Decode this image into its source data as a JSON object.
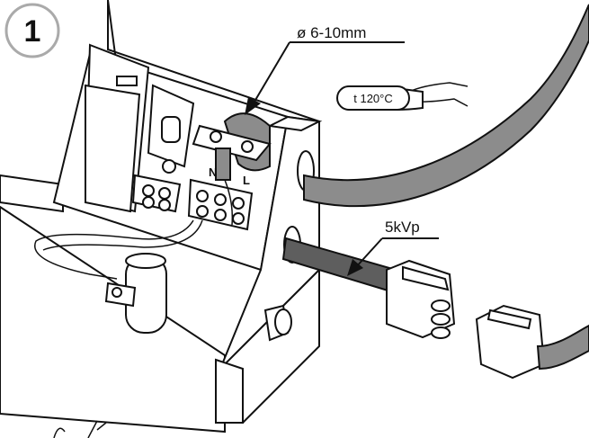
{
  "step": {
    "number": "1"
  },
  "labels": {
    "cable_diameter": "ø 6-10mm",
    "temperature": "t 120°C",
    "voltage": "5kVp",
    "terminal_n": "N",
    "terminal_l": "L"
  },
  "colors": {
    "cable_gray": "#8c8c8c",
    "dark_cable": "#5e5e5e",
    "outline": "#111111",
    "step_circle": "#aaaaaa"
  }
}
